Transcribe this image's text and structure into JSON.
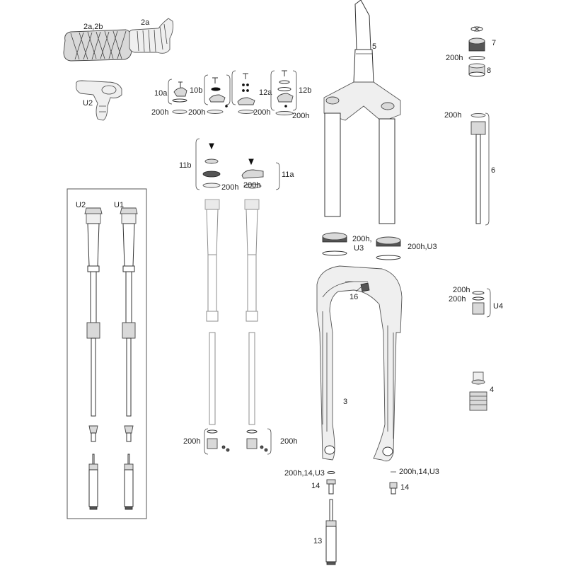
{
  "labels": {
    "l_2a2b": "2a,2b",
    "l_2a": "2a",
    "l_u2_top": "U2",
    "l_10a": "10a",
    "l_10b": "10b",
    "l_12a": "12a",
    "l_12b": "12b",
    "l_200h_a": "200h",
    "l_200h_b": "200h",
    "l_200h_c": "200h",
    "l_200h_d": "200h",
    "l_5": "5",
    "l_7": "7",
    "l_200h_e": "200h",
    "l_8": "8",
    "l_200h_f": "200h",
    "l_6": "6",
    "l_11b": "11b",
    "l_11a": "11a",
    "l_200h_g": "200h",
    "l_200h_h": "200h",
    "l_u2_box": "U2",
    "l_u1_box": "U1",
    "l_200h_u3_a1": "200h,",
    "l_200h_u3_a2": "U3",
    "l_200h_u3_b": "200h,U3",
    "l_16": "16",
    "l_200h_i": "200h",
    "l_200h_j": "200h",
    "l_u4": "U4",
    "l_3": "3",
    "l_4": "4",
    "l_200h_k": "200h",
    "l_200h_l": "200h",
    "l_200h_14_u3_a": "200h,14,U3",
    "l_200h_14_u3_b": "200h,14,U3",
    "l_14_a": "14",
    "l_14_b": "14",
    "l_13": "13"
  }
}
